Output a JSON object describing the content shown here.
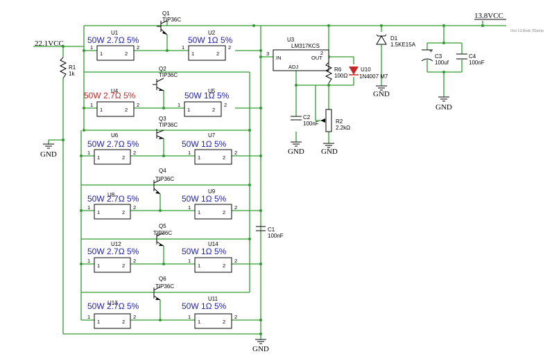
{
  "nets": {
    "vin": "22.1VCC",
    "vout": "13.8VCC",
    "gnd": "GND",
    "note": "Out 13.8vdc 30amp"
  },
  "transistors": [
    {
      "ref": "Q1",
      "value": "TIP36C"
    },
    {
      "ref": "Q2",
      "value": "TIP36C"
    },
    {
      "ref": "Q3",
      "value": "TIP36C"
    },
    {
      "ref": "Q4",
      "value": "TIP36C"
    },
    {
      "ref": "Q5",
      "value": "TIP36C"
    },
    {
      "ref": "Q6",
      "value": "TIP36C"
    }
  ],
  "rows": [
    {
      "left_ref": "U1",
      "left_val": "50W 2.7Ω 5%",
      "right_ref": "U2",
      "right_val": "50W 1Ω 5%"
    },
    {
      "left_ref": "U4",
      "left_val": "50W 2.7Ω 5%",
      "right_ref": "U5",
      "right_val": "50W 1Ω 5%"
    },
    {
      "left_ref": "U6",
      "left_val": "50W 2.7Ω 5%",
      "right_ref": "U7",
      "right_val": "50W 1Ω 5%"
    },
    {
      "left_ref": "U8",
      "left_val": "50W 2.7Ω 5%",
      "right_ref": "U9",
      "right_val": "50W 1Ω 5%"
    },
    {
      "left_ref": "U12",
      "left_val": "50W 2.7Ω 5%",
      "right_ref": "U14",
      "right_val": "50W 1Ω 5%"
    },
    {
      "left_ref": "U13",
      "left_val": "50W 2.7Ω 5%",
      "right_ref": "U11",
      "right_val": "50W 1Ω 5%"
    }
  ],
  "pins": {
    "p1": "1",
    "p2": "2",
    "p3": "3",
    "in": "IN",
    "out": "OUT",
    "adj": "ADJ"
  },
  "parts": {
    "r1_ref": "R1",
    "r1_val": "1k",
    "u3_ref": "U3",
    "u3_val": "LM317KCS",
    "r6_ref": "R6",
    "r6_val": "100Ω",
    "u10_ref": "U10",
    "u10_val": "1N4007 M7",
    "d1_ref": "D1",
    "d1_val": "1.5KE15A",
    "c3_ref": "C3",
    "c3_val": "100uf",
    "c4_ref": "C4",
    "c4_val": "100nF",
    "c2_ref": "C2",
    "c2_val": "100nF",
    "r2_ref": "R2",
    "r2_val": "2.2kΩ",
    "c1_ref": "C1",
    "c1_val": "100nF"
  },
  "colors": {
    "wire": "#2e9c2e",
    "value_text": "#1f1fa8",
    "selected_text": "#c62828"
  }
}
